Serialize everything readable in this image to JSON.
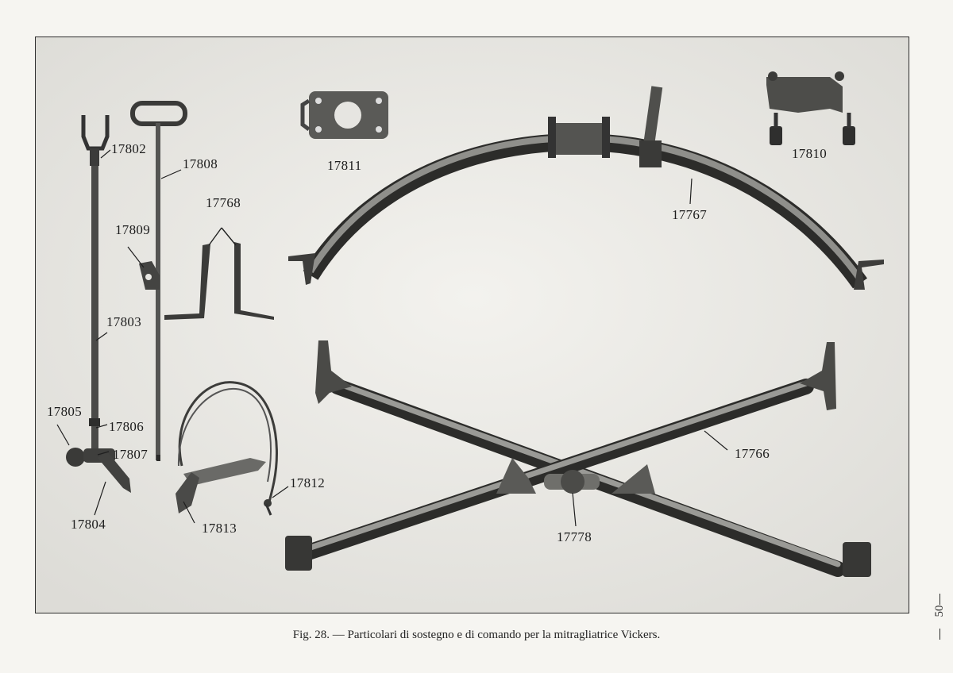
{
  "figure": {
    "caption": "Fig. 28. — Particolari di sostegno e di comando per la mitragliatrice Vickers.",
    "page_number": "50",
    "part_labels": [
      "17802",
      "17808",
      "17811",
      "17810",
      "17767",
      "17768",
      "17809",
      "17803",
      "17805",
      "17806",
      "17807",
      "17804",
      "17813",
      "17812",
      "17766",
      "17778"
    ]
  }
}
